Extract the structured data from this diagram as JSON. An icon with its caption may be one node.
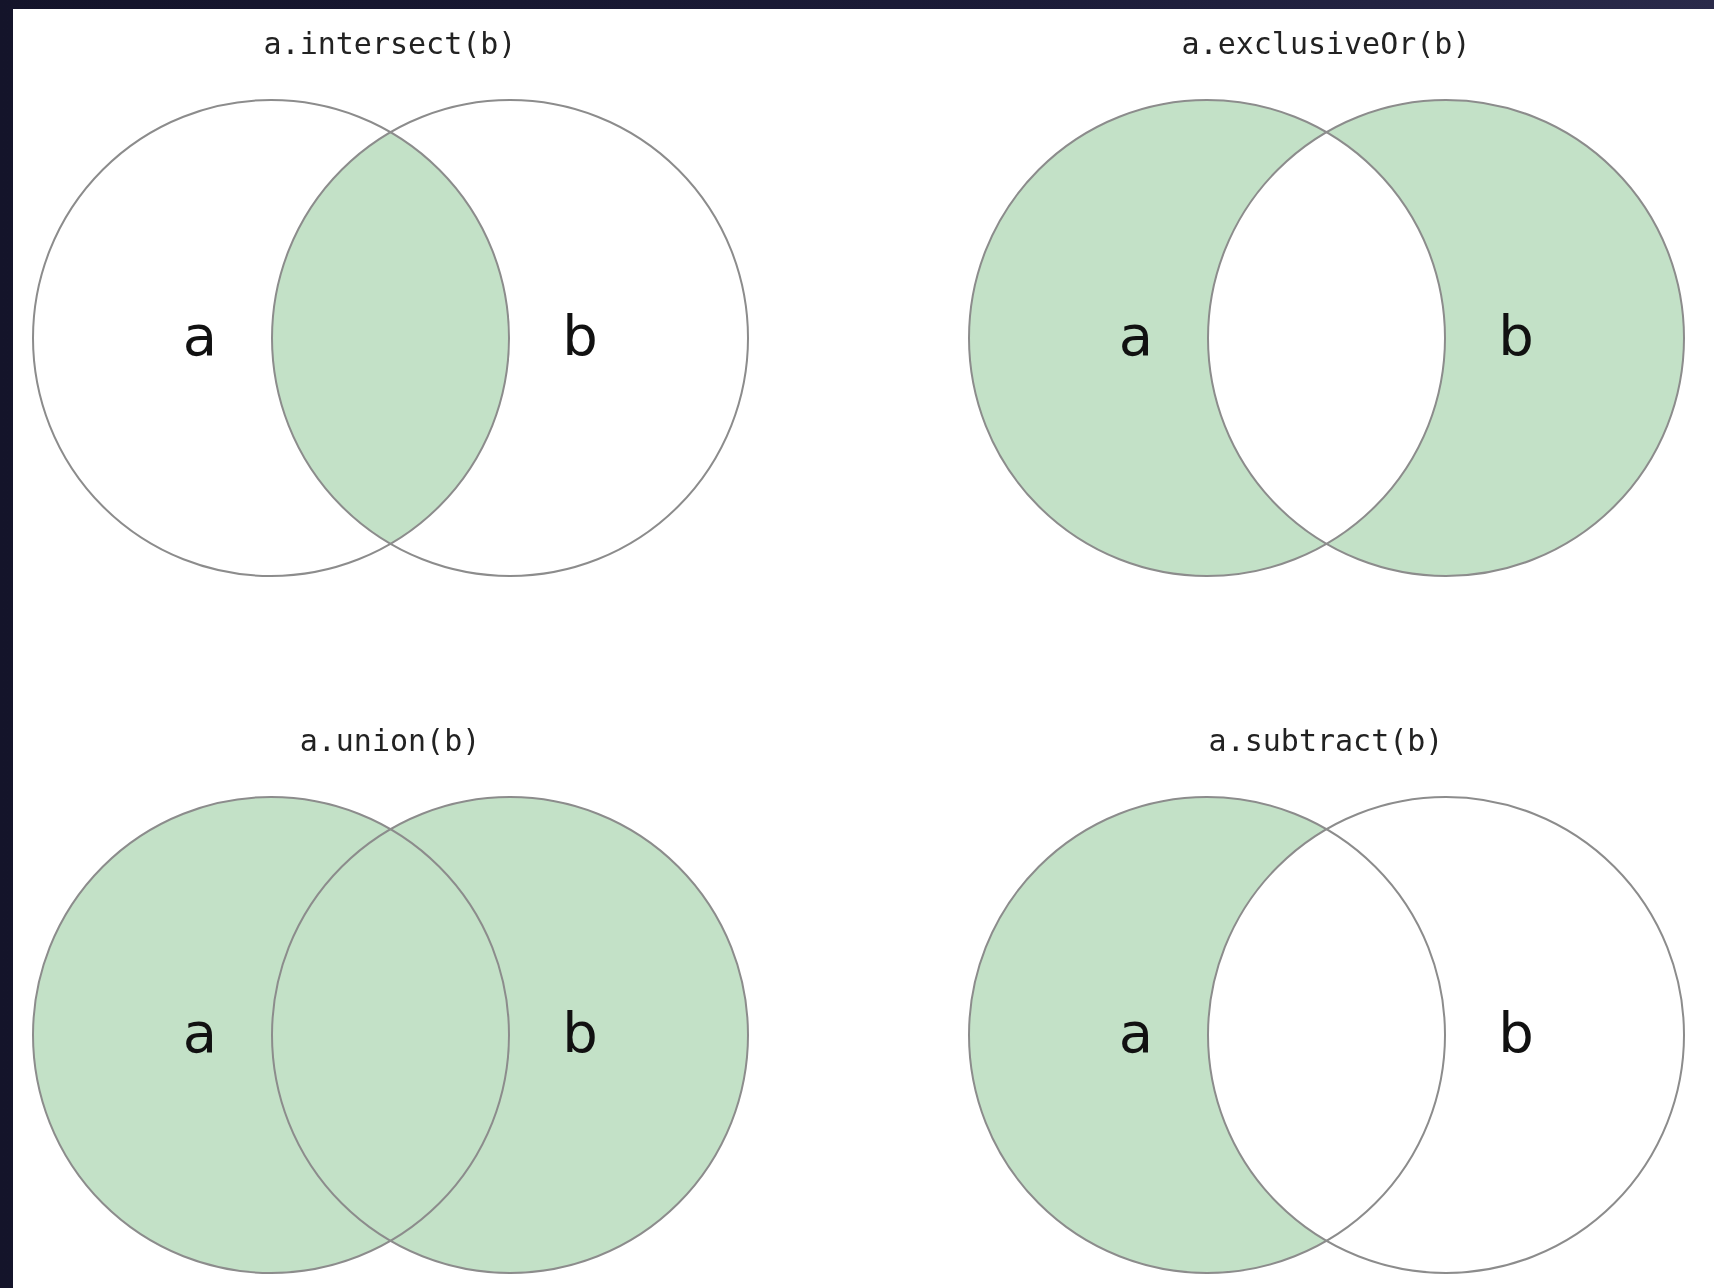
{
  "diagram": {
    "labels": [
      "a.intersect(b)",
      "a.exclusiveOr(b)",
      "a",
      "b",
      "a",
      "b",
      "a.union(b)",
      "a.subtract(b)",
      "a",
      "b",
      "a",
      "b"
    ]
  }
}
